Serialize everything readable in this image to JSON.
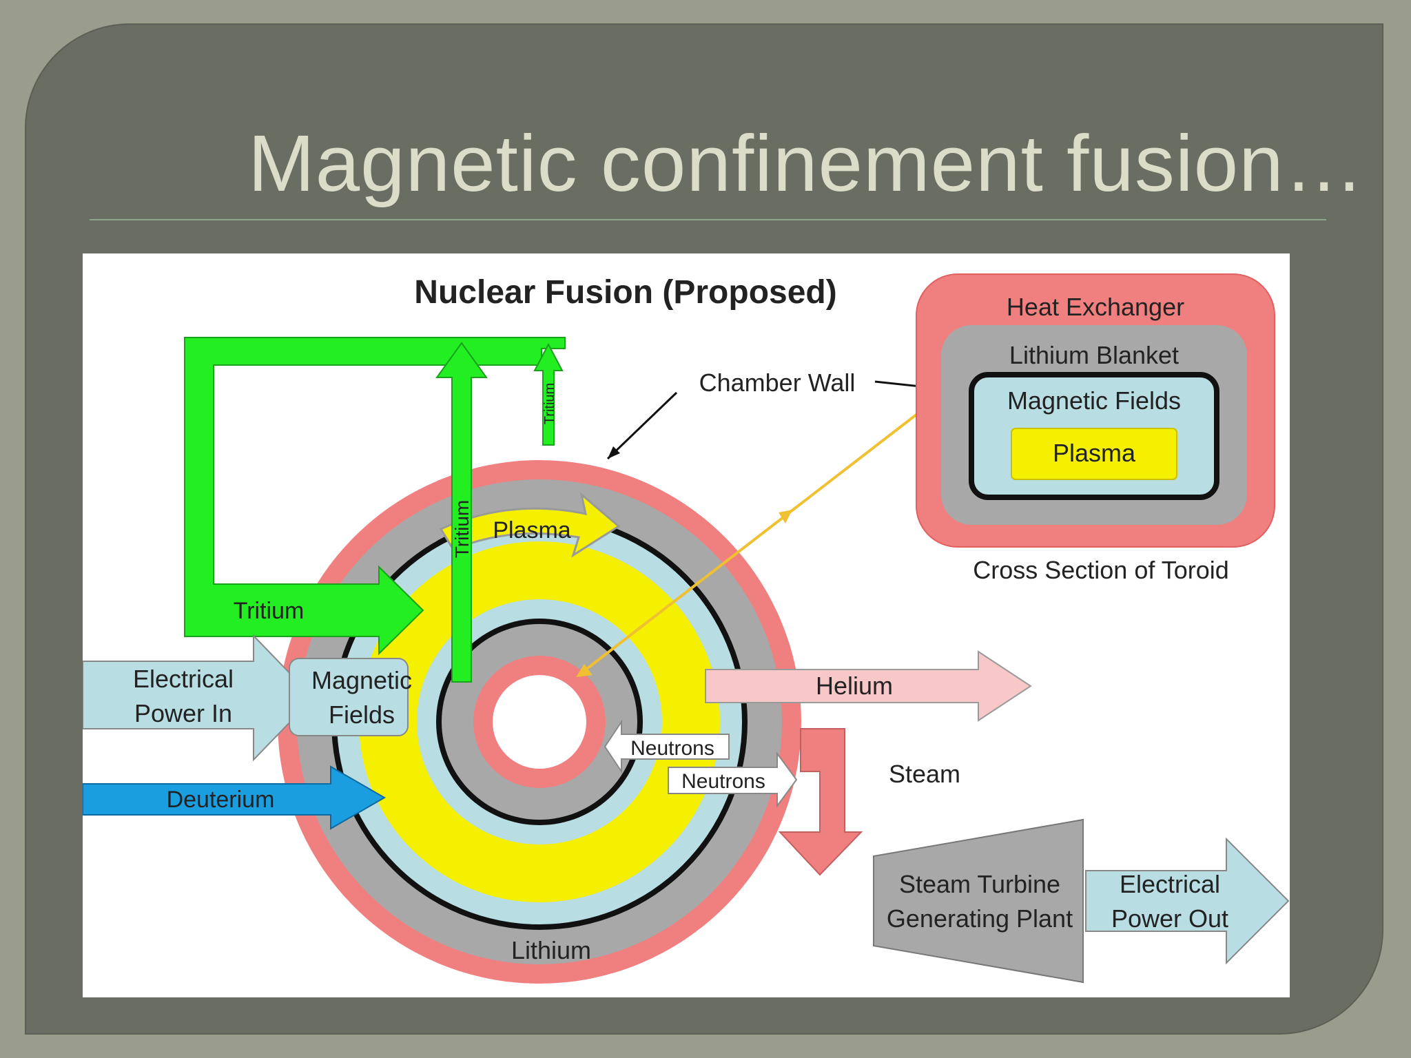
{
  "slide": {
    "title": "Magnetic confinement fusion…"
  },
  "diagram": {
    "title": "Nuclear Fusion (Proposed)",
    "labels": {
      "chamber_wall": "Chamber Wall",
      "plasma_ring": "Plasma",
      "tritium_arrow_left": "Tritium",
      "tritium_vertical_1": "Tritium",
      "tritium_vertical_2": "Tritium",
      "electrical_in_line1": "Electrical",
      "electrical_in_line2": "Power In",
      "magnetic_line1": "Magnetic",
      "magnetic_line2": "Fields",
      "deuterium": "Deuterium",
      "neutrons_1": "Neutrons",
      "neutrons_2": "Neutrons",
      "helium": "Helium",
      "steam": "Steam",
      "turbine_line1": "Steam Turbine",
      "turbine_line2": "Generating Plant",
      "power_out_line1": "Electrical",
      "power_out_line2": "Power Out",
      "lithium": "Lithium"
    },
    "cross_section": {
      "heat_exchanger": "Heat Exchanger",
      "lithium_blanket": "Lithium Blanket",
      "magnetic_fields": "Magnetic Fields",
      "plasma": "Plasma",
      "caption": "Cross Section of Toroid"
    },
    "colors": {
      "heat_exchanger": "#f08080",
      "lithium": "#a0a0a0",
      "magnetic": "#b8dde3",
      "plasma": "#f5f000",
      "tritium": "#22ee22",
      "deuterium": "#1a9ee0",
      "helium": "#f8c8c8",
      "turbine": "#a8a8a8",
      "power": "#b8dde3"
    }
  }
}
